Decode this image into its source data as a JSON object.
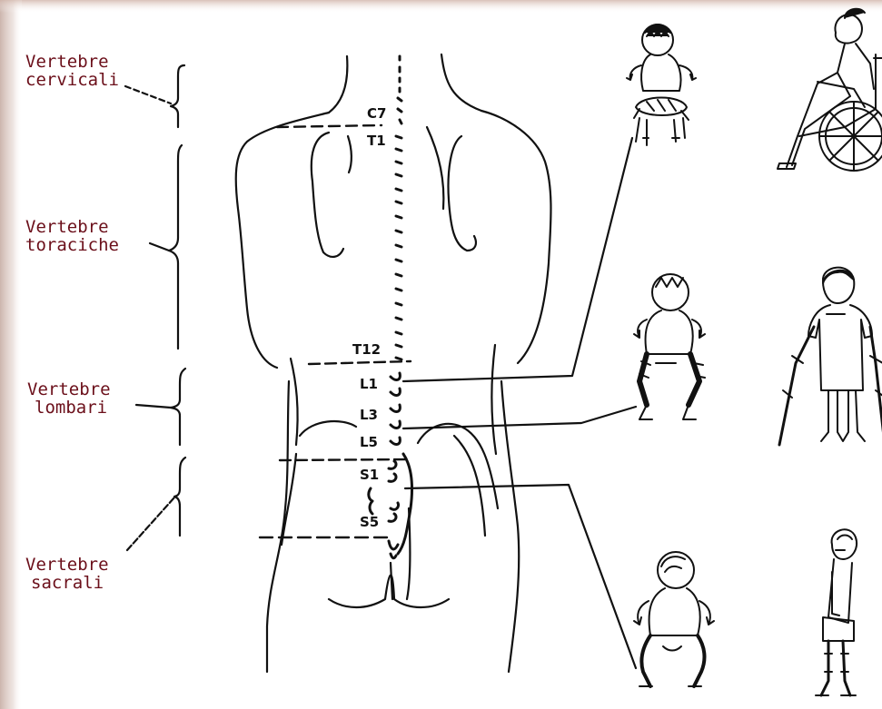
{
  "regions": [
    {
      "id": "cervical",
      "line1": "Vertebre",
      "line2": "cervicali"
    },
    {
      "id": "thoracic",
      "line1": "Vertebre",
      "line2": "toraciche"
    },
    {
      "id": "lumbar",
      "line1": "Vertebre",
      "line2": "lombari"
    },
    {
      "id": "sacral",
      "line1": "Vertebre",
      "line2": "sacrali"
    }
  ],
  "vertebra_labels": [
    "C7",
    "T1",
    "T12",
    "L1",
    "L3",
    "L5",
    "S1",
    "S5"
  ],
  "colors": {
    "label_text": "#6b0f1a",
    "ink": "#111111",
    "backdrop_tint": "#c9a79a",
    "paper": "#ffffff"
  },
  "illustrations": [
    {
      "name": "child-sitting-high-lesion",
      "level": "L1"
    },
    {
      "name": "person-in-wheelchair",
      "level": "L1"
    },
    {
      "name": "child-crouching-mid-lesion",
      "level": "L3"
    },
    {
      "name": "person-with-crutches",
      "level": "L3"
    },
    {
      "name": "child-squatting-low-lesion",
      "level": "S1"
    },
    {
      "name": "person-walking-with-braces",
      "level": "S1"
    }
  ]
}
